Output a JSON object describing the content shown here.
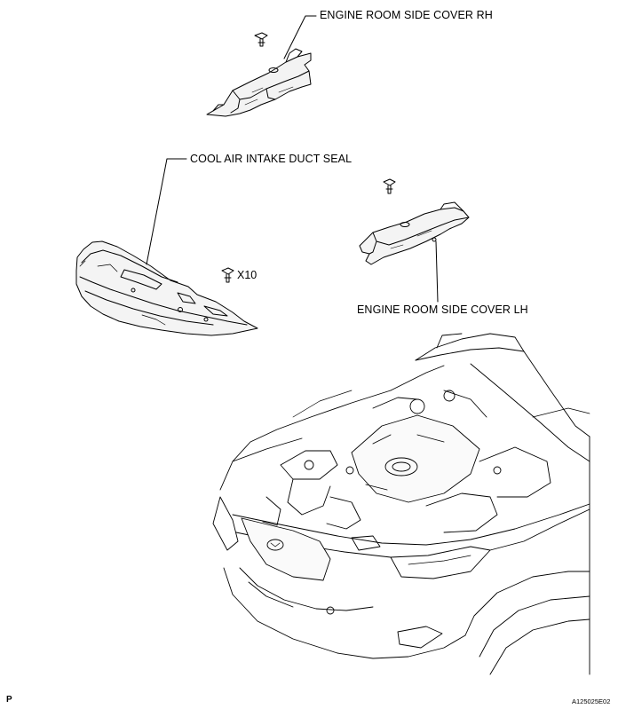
{
  "labels": {
    "engine_room_side_cover_rh": "ENGINE ROOM SIDE COVER RH",
    "cool_air_intake_duct_seal": "COOL AIR INTAKE DUCT SEAL",
    "engine_room_side_cover_lh": "ENGINE ROOM SIDE COVER LH",
    "clip_quantity": "X10"
  },
  "footer": {
    "left_mark": "P",
    "figure_code": "A125025E02"
  }
}
